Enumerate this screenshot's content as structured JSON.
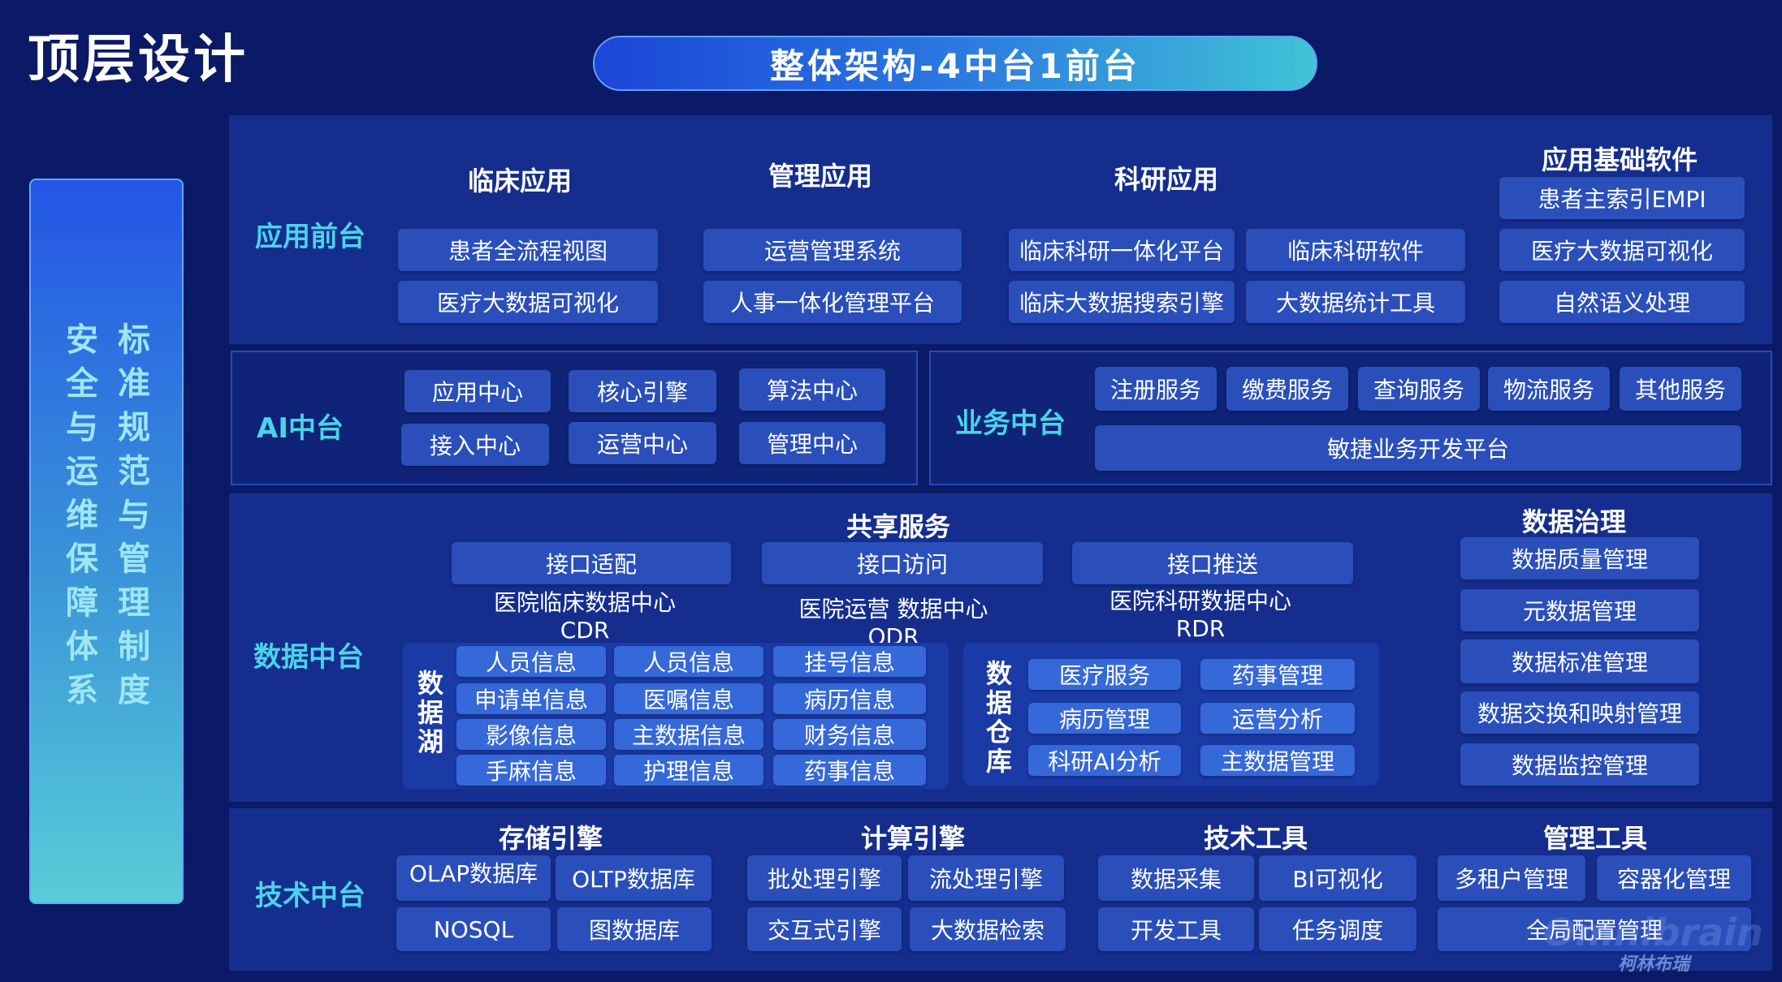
{
  "page_title": "顶层设计",
  "banner": "整体架构-4中台1前台",
  "sidebar": {
    "col1": [
      "安",
      "全",
      "与",
      "运",
      "维",
      "保",
      "障",
      "体",
      "系"
    ],
    "col2": [
      "标",
      "准",
      "规",
      "范",
      "与",
      "管",
      "理",
      "制",
      "度"
    ]
  },
  "app_frontend": {
    "label": "应用前台",
    "clinical": {
      "title": "临床应用",
      "items": [
        "患者全流程视图",
        "医疗大数据可视化"
      ]
    },
    "management": {
      "title": "管理应用",
      "items": [
        "运营管理系统",
        "人事一体化管理平台"
      ]
    },
    "research": {
      "title": "科研应用",
      "items": [
        "临床科研一体化平台",
        "临床科研软件",
        "临床大数据搜索引擎",
        "大数据统计工具"
      ]
    },
    "base_software": {
      "title": "应用基础软件",
      "items": [
        "患者主索引EMPI",
        "医疗大数据可视化",
        "自然语义处理"
      ]
    }
  },
  "ai_platform": {
    "label": "AI中台",
    "items": [
      "应用中心",
      "核心引擎",
      "算法中心",
      "接入中心",
      "运营中心",
      "管理中心"
    ]
  },
  "business_platform": {
    "label": "业务中台",
    "items": [
      "注册服务",
      "缴费服务",
      "查询服务",
      "物流服务",
      "其他服务"
    ],
    "wide": "敏捷业务开发平台"
  },
  "data_platform": {
    "label": "数据中台",
    "shared": {
      "title": "共享服务",
      "items": [
        "接口适配",
        "接口访问",
        "接口推送"
      ]
    },
    "centers": [
      {
        "line1": "医院临床数据中心",
        "line2": "CDR"
      },
      {
        "line1": "医院运营 数据中心",
        "line2": "ODR"
      },
      {
        "line1": "医院科研数据中心",
        "line2": "RDR"
      }
    ],
    "lake": {
      "label": [
        "数",
        "据",
        "湖"
      ],
      "items": [
        "人员信息",
        "人员信息",
        "挂号信息",
        "申请单信息",
        "医嘱信息",
        "病历信息",
        "影像信息",
        "主数据信息",
        "财务信息",
        "手麻信息",
        "护理信息",
        "药事信息"
      ]
    },
    "warehouse": {
      "label": [
        "数",
        "据",
        "仓",
        "库"
      ],
      "items": [
        "医疗服务",
        "药事管理",
        "病历管理",
        "运营分析",
        "科研AI分析",
        "主数据管理"
      ]
    },
    "governance": {
      "title": "数据治理",
      "items": [
        "数据质量管理",
        "元数据管理",
        "数据标准管理",
        "数据交换和映射管理",
        "数据监控管理"
      ]
    }
  },
  "tech_platform": {
    "label": "技术中台",
    "storage": {
      "title": "存储引擎",
      "items": [
        "OLAP数据库",
        "OLTP数据库",
        "NOSQL",
        "图数据库"
      ]
    },
    "compute": {
      "title": "计算引擎",
      "items": [
        "批处理引擎",
        "流处理引擎",
        "交互式引擎",
        "大数据检索"
      ]
    },
    "tools": {
      "title": "技术工具",
      "items": [
        "数据采集",
        "BI可视化",
        "开发工具",
        "任务调度"
      ]
    },
    "mgmt_tools": {
      "title": "管理工具",
      "items": [
        "多租户管理",
        "容器化管理",
        "全局配置管理"
      ]
    }
  },
  "watermark": {
    "en": "Omnibrain",
    "cn": "柯林布瑞"
  }
}
